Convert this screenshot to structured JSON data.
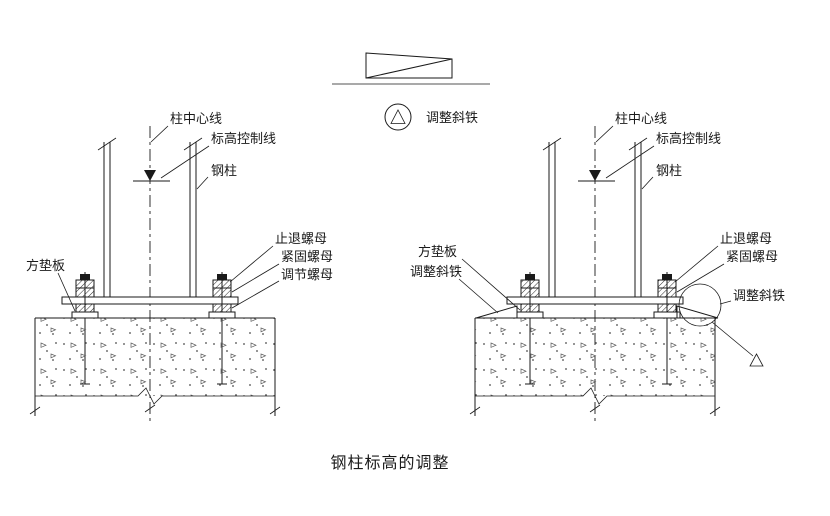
{
  "caption": "钢柱标高的调整",
  "legend": {
    "label": "调整斜铁"
  },
  "left": {
    "labels": {
      "center_line": "柱中心线",
      "elevation_line": "标高控制线",
      "steel_column": "钢柱",
      "stop_nut": "止退螺母",
      "tighten_nut": "紧固螺母",
      "adjust_nut": "调节螺母",
      "pad_plate": "方垫板"
    }
  },
  "right": {
    "labels": {
      "center_line": "柱中心线",
      "elevation_line": "标高控制线",
      "steel_column": "钢柱",
      "stop_nut": "止退螺母",
      "tighten_nut": "紧固螺母",
      "adjust_wedge": "调整斜铁",
      "pad_plate": "方垫板",
      "adjust_wedge_left": "调整斜铁"
    }
  },
  "colors": {
    "line": "#1a1a1a",
    "background": "#ffffff"
  }
}
